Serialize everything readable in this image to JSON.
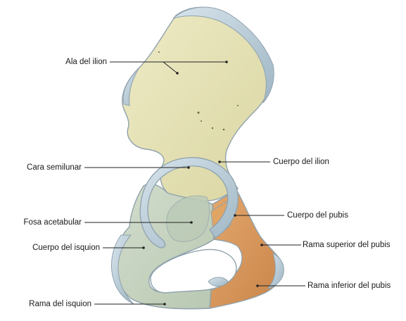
{
  "diagram": {
    "labels": {
      "ala_ilion": "Ala del ilion",
      "cara_semilunar": "Cara semilunar",
      "fosa_acetabular": "Fosa acetabular",
      "cuerpo_isquion": "Cuerpo del isquion",
      "rama_isquion": "Rama del isquion",
      "cuerpo_ilion": "Cuerpo del ilion",
      "cuerpo_pubis": "Cuerpo del pubis",
      "rama_superior_pubis": "Rama superior del pubis",
      "rama_inferior_pubis": "Rama inferior del pubis"
    },
    "colors": {
      "ilion": "#e6e3b6",
      "isquion": "#c9d6c3",
      "pubis": "#d99a5e",
      "cartilage": "#b7cbd6",
      "outline": "#8fa2ad",
      "leader": "#222222"
    }
  }
}
